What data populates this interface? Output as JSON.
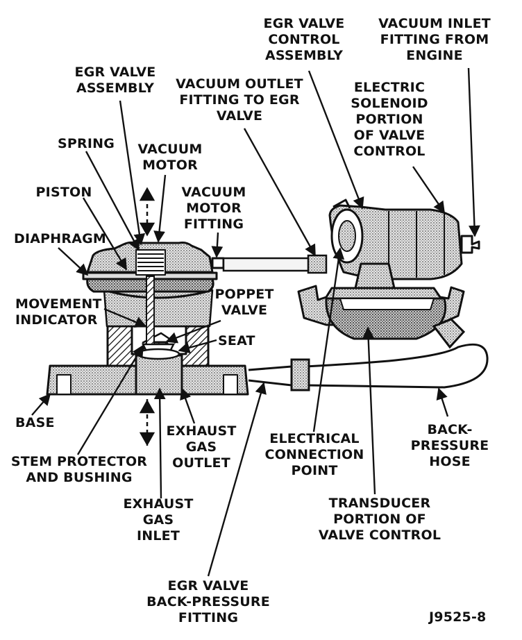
{
  "labels": {
    "egr_valve_assembly": "EGR VALVE\nASSEMBLY",
    "spring": "SPRING",
    "vacuum_motor": "VACUUM\nMOTOR",
    "piston": "PISTON",
    "diaphragm": "DIAPHRAGM",
    "vacuum_motor_fitting": "VACUUM\nMOTOR\nFITTING",
    "vacuum_outlet_fitting": "VACUUM OUTLET\nFITTING TO EGR\nVALVE",
    "egr_valve_control_assembly": "EGR VALVE\nCONTROL\nASSEMBLY",
    "vacuum_inlet_fitting": "VACUUM INLET\nFITTING FROM\nENGINE",
    "electric_solenoid": "ELECTRIC\nSOLENOID\nPORTION\nOF VALVE\nCONTROL",
    "movement_indicator": "MOVEMENT\nINDICATOR",
    "poppet_valve": "POPPET\nVALVE",
    "seat": "SEAT",
    "base": "BASE",
    "stem_protector": "STEM PROTECTOR\nAND BUSHING",
    "exhaust_gas_outlet": "EXHAUST\nGAS\nOUTLET",
    "exhaust_gas_inlet": "EXHAUST\nGAS\nINLET",
    "electrical_connection_point": "ELECTRICAL\nCONNECTION\nPOINT",
    "back_pressure_hose": "BACK-\nPRESSURE\nHOSE",
    "transducer": "TRANSDUCER\nPORTION OF\nVALVE CONTROL",
    "egr_back_pressure_fitting": "EGR VALVE\nBACK-PRESSURE\nFITTING",
    "figure_code": "J9525-8"
  }
}
